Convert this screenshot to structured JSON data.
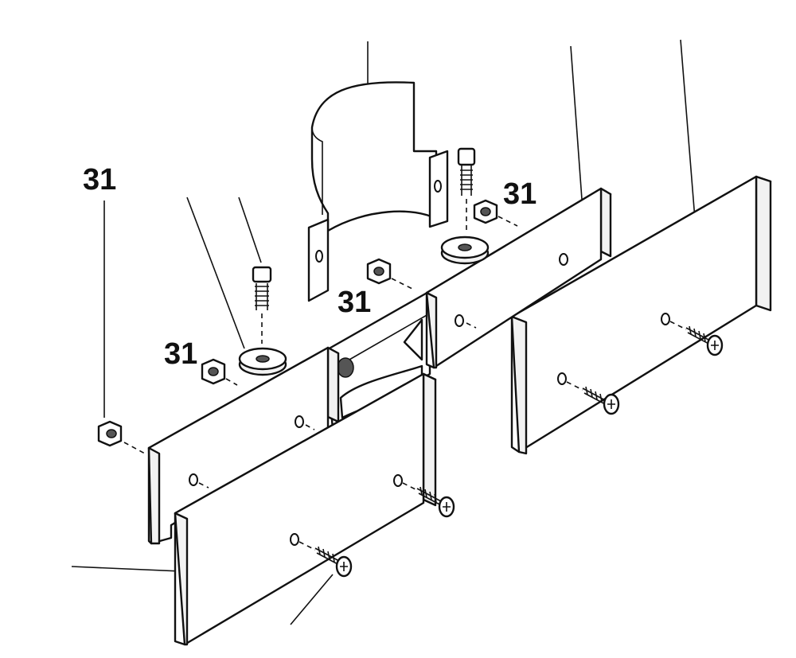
{
  "diagram": {
    "callouts": [
      {
        "id": "nut-left",
        "text": "31"
      },
      {
        "id": "nut-mid-left",
        "text": "31"
      },
      {
        "id": "nut-center",
        "text": "31"
      },
      {
        "id": "nut-right",
        "text": "31"
      }
    ]
  }
}
